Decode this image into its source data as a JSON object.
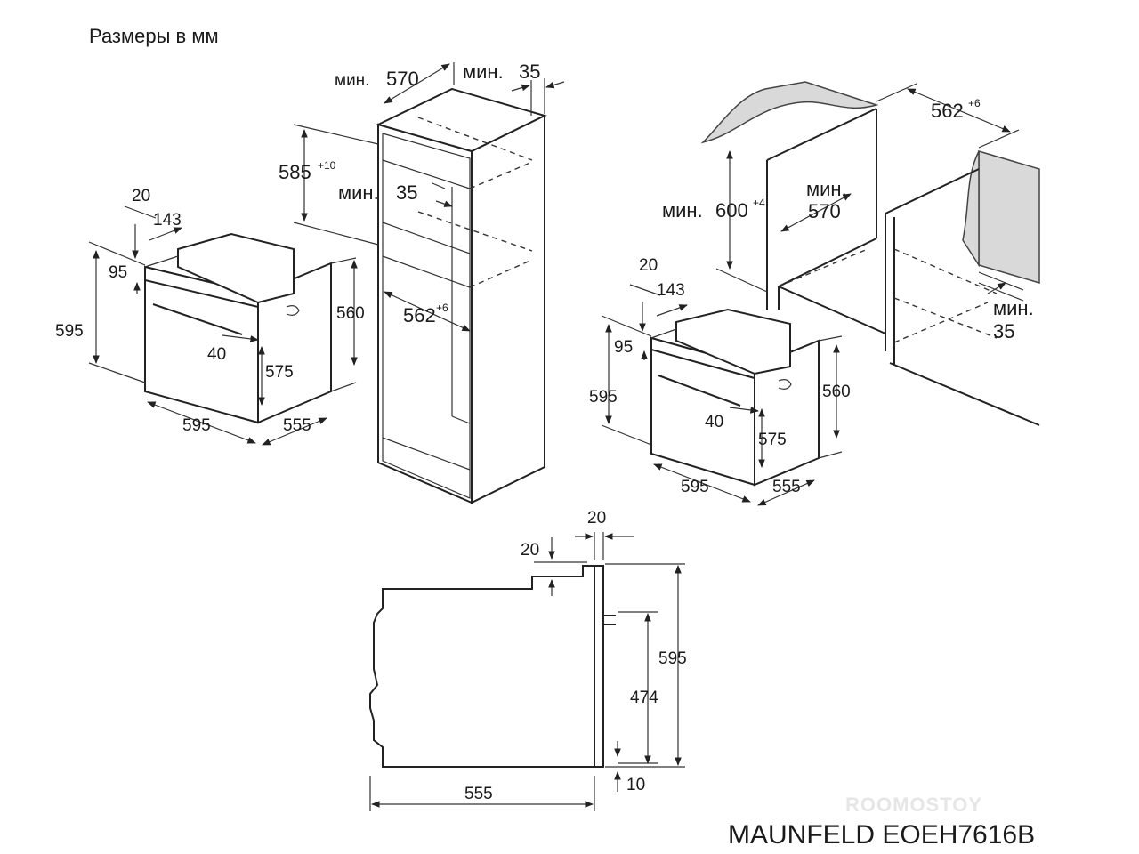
{
  "header": {
    "title": "Размеры в мм"
  },
  "footer": {
    "model": "MAUNFELD EOEH7616B",
    "watermark": "ROOMOSTOY"
  },
  "oven_view_left": {
    "d20": "20",
    "d143": "143",
    "d95": "95",
    "d595_h": "595",
    "d560": "560",
    "d40": "40",
    "d575": "575",
    "d595_w": "595",
    "d555": "555"
  },
  "tall_cabinet": {
    "min_label": "мин.",
    "d570": "570",
    "d35_top": "35",
    "d585": "585",
    "d585_tol": "+10",
    "d35_mid": "35",
    "d562": "562",
    "d562_tol": "+6"
  },
  "under_counter": {
    "d562": "562",
    "d562_tol": "+6",
    "min_label": "мин.",
    "d600": "600",
    "d600_tol": "+4",
    "d570": "570",
    "d35": "35"
  },
  "oven_view_right": {
    "d20": "20",
    "d143": "143",
    "d95": "95",
    "d595_h": "595",
    "d560": "560",
    "d40": "40",
    "d575": "575",
    "d595_w": "595",
    "d555": "555"
  },
  "side_view": {
    "d20_top": "20",
    "d20_left": "20",
    "d595": "595",
    "d474": "474",
    "d555": "555",
    "d10": "10"
  }
}
